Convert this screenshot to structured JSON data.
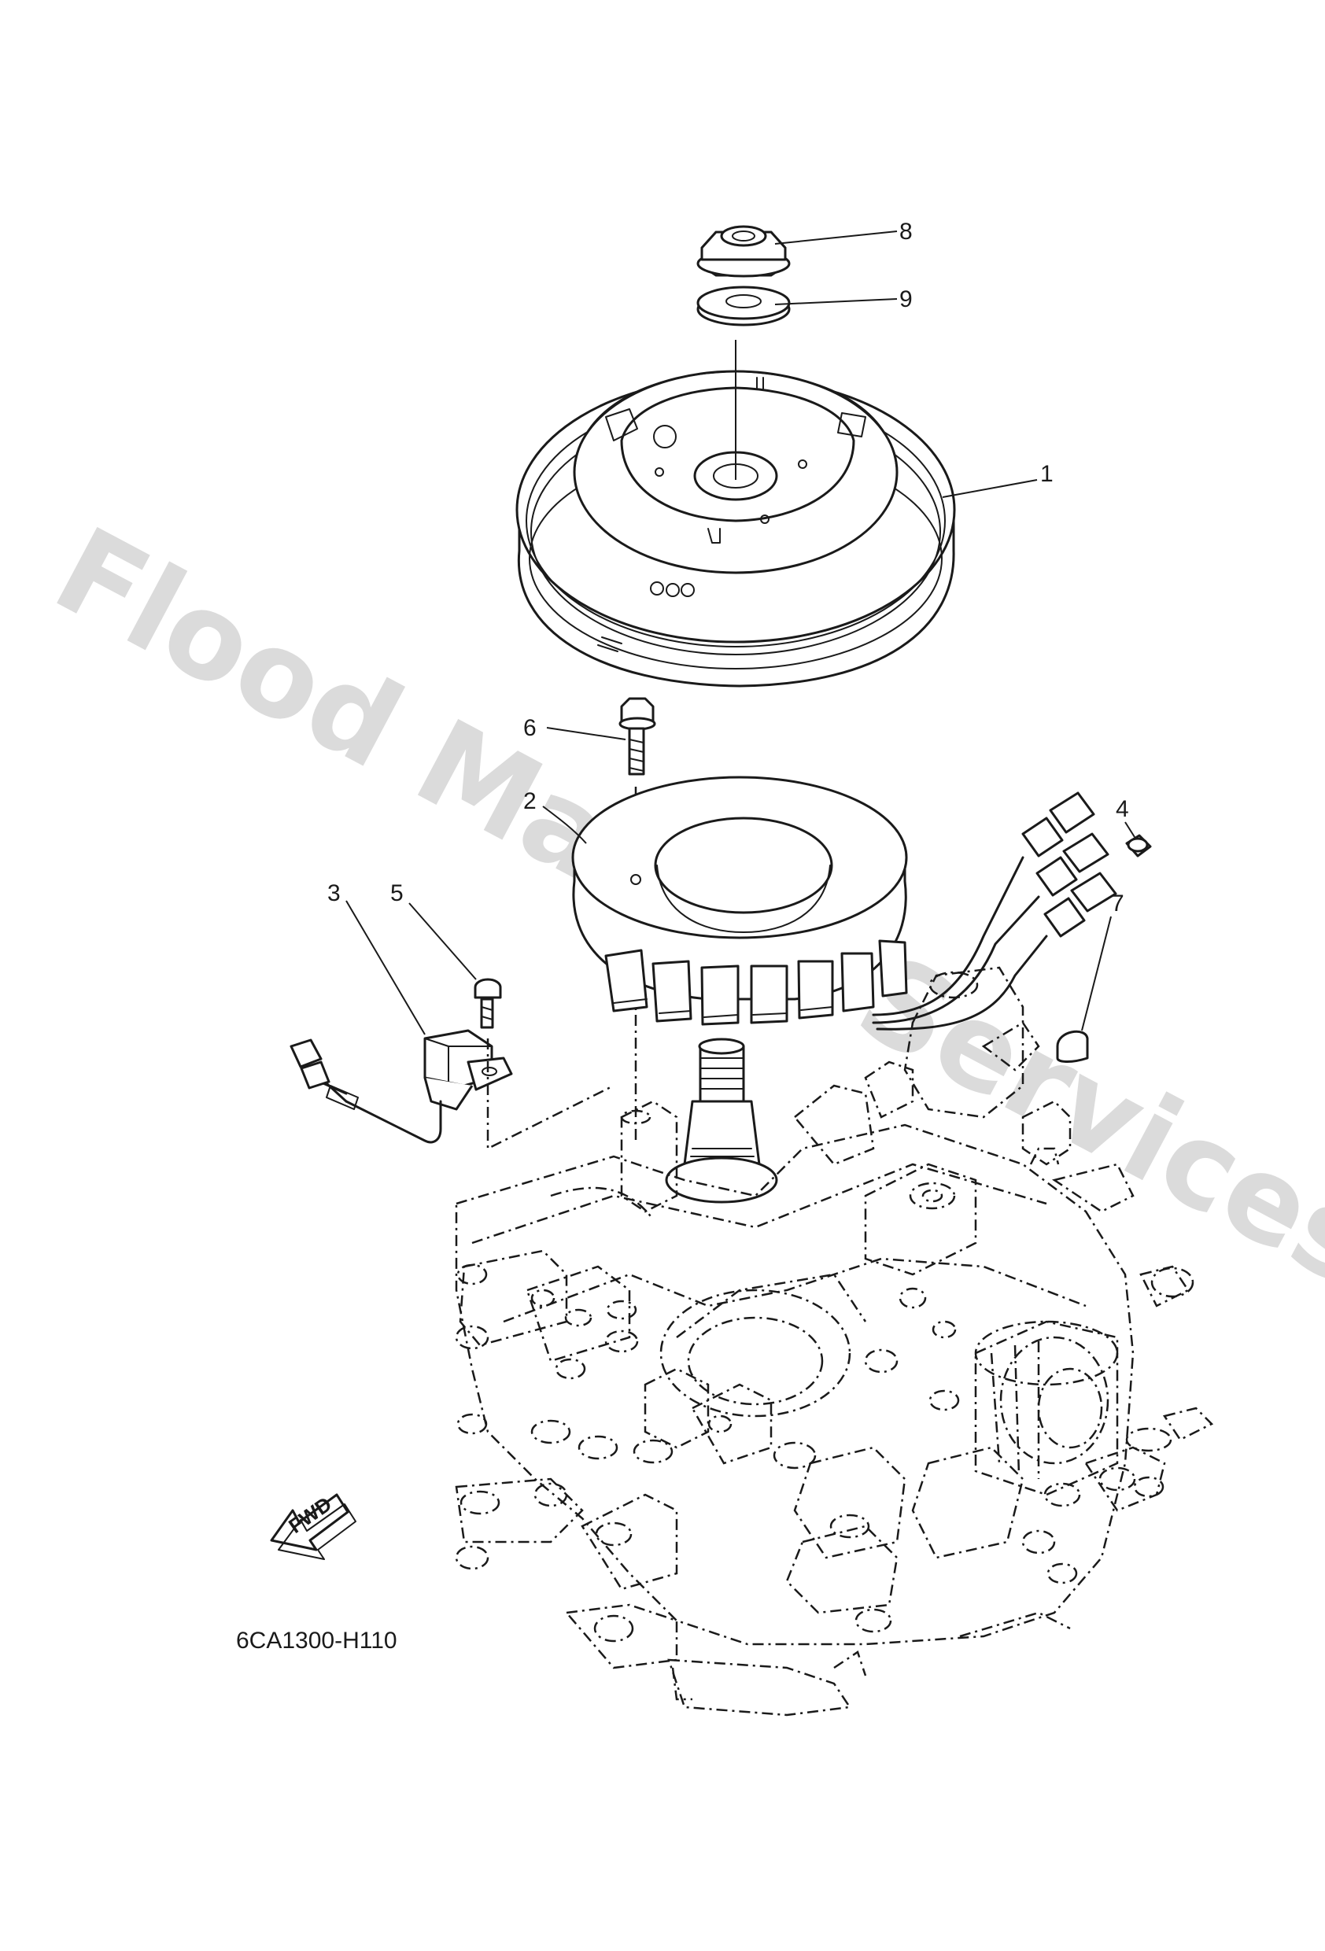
{
  "watermark": "Flood Marine Services",
  "diagram_code": "6CA1300-H110",
  "direction_label": "FWD",
  "callouts": {
    "c1": "1",
    "c2": "2",
    "c3": "3",
    "c4": "4",
    "c5": "5",
    "c6": "6",
    "c7": "7",
    "c8": "8",
    "c9": "9"
  }
}
